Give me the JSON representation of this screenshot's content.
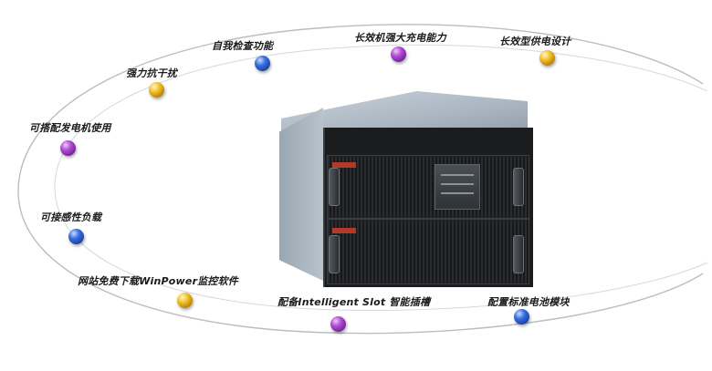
{
  "features": [
    {
      "label": "自我检查功能",
      "ball": "blue"
    },
    {
      "label": "长效机强大充电能力",
      "ball": "purple"
    },
    {
      "label": "长效型供电设计",
      "ball": "gold"
    },
    {
      "label": "强力抗干扰",
      "ball": "gold"
    },
    {
      "label": "可搭配发电机使用",
      "ball": "purple"
    },
    {
      "label": "可接感性负载",
      "ball": "blue"
    },
    {
      "label": "网站免费下载WinPower监控软件",
      "ball": "gold"
    },
    {
      "label": "配备Intelligent Slot 智能插槽",
      "ball": "purple"
    },
    {
      "label": "配置标准电池模块",
      "ball": "blue"
    }
  ],
  "colors": {
    "orbit": "#b9bec4",
    "text": "#1a1a1a"
  }
}
